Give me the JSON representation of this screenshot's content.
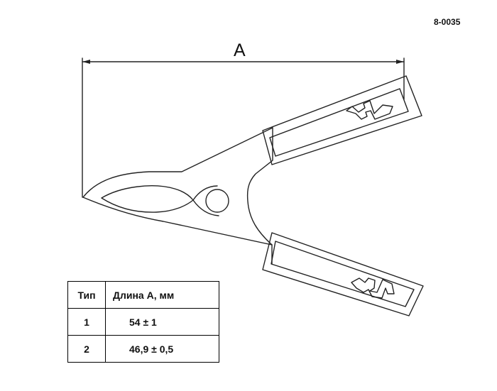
{
  "drawing": {
    "part_code": "8-0035",
    "dimension_label": "A"
  },
  "table": {
    "headers": [
      "Тип",
      "Длина А, мм"
    ],
    "rows": [
      {
        "type": "1",
        "length": "54 ± 1"
      },
      {
        "type": "2",
        "length": "46,9 ± 0,5"
      }
    ]
  }
}
